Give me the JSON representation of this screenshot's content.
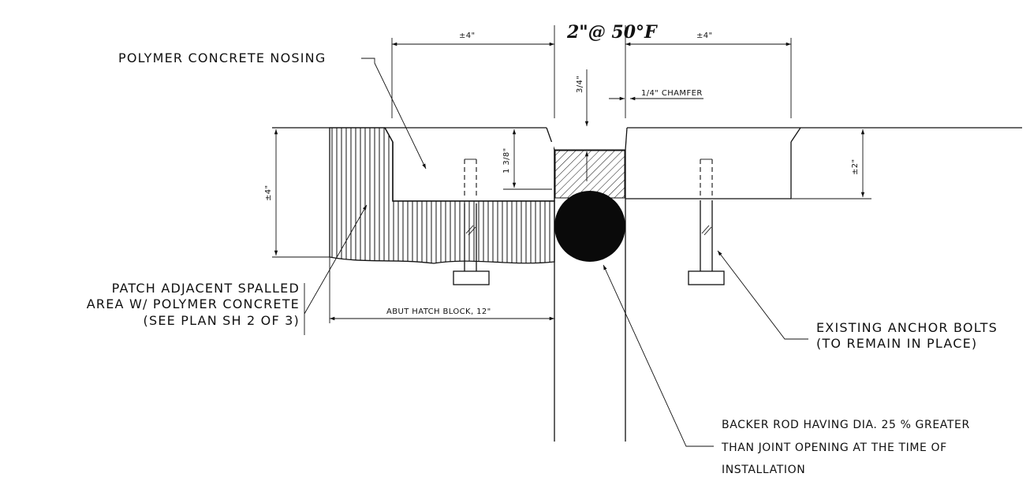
{
  "labels": {
    "joint_opening": "2\"@ 50°F",
    "nosing": "POLYMER CONCRETE NOSING",
    "patch_line1": "PATCH ADJACENT SPALLED",
    "patch_line2": "AREA W/ POLYMER CONCRETE",
    "patch_line3": "(SEE PLAN SH 2 OF 3)",
    "anchor_line1": "EXISTING ANCHOR BOLTS",
    "anchor_line2": "(TO REMAIN IN PLACE)",
    "backer_line1": "BACKER ROD HAVING DIA. 25 % GREATER",
    "backer_line2": "THAN JOINT OPENING AT THE TIME OF",
    "backer_line3": "INSTALLATION",
    "abut_hatch": "ABUT HATCH BLOCK, 12\""
  },
  "dimensions": {
    "nosing_width_left": "±4\"",
    "nosing_width_right": "±4\"",
    "seal_recess": "3/4\"",
    "chamfer": "1/4\" CHAMFER",
    "seal_depth": "1 3/8\"",
    "patch_depth": "±4\"",
    "nosing_depth": "±2\""
  },
  "colors": {
    "ink": "#111111",
    "background": "#ffffff"
  }
}
